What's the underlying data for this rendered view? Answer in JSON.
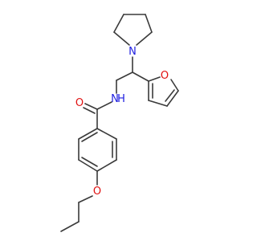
{
  "molecule": {
    "colors": {
      "bond": "#3a3a3a",
      "N": "#1f1fe0",
      "O": "#e01010",
      "background": "#ffffff"
    },
    "atoms": {
      "amide_O": "O",
      "amide_N": "N",
      "amide_H": "H",
      "pyrrolidine_N": "N",
      "furan_O": "O",
      "ether_O": "O"
    }
  }
}
